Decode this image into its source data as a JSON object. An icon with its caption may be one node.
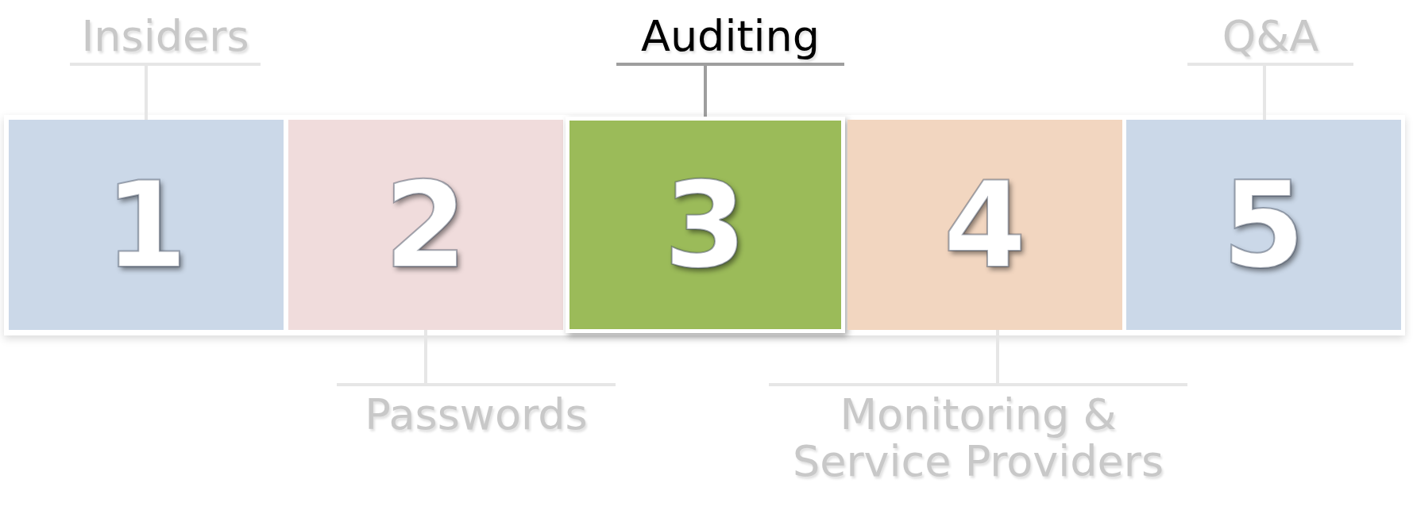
{
  "diagram": {
    "nodes": [
      {
        "text": [
          "Insiders"
        ]
      },
      {
        "text": [
          "Auditing"
        ]
      },
      {
        "text": [
          "Q&A"
        ]
      },
      {
        "text": [
          "1"
        ]
      },
      {
        "text": [
          "2"
        ]
      },
      {
        "text": [
          "3"
        ]
      },
      {
        "text": [
          "4"
        ]
      },
      {
        "text": [
          "5"
        ]
      },
      {
        "text": [
          "Passwords"
        ]
      },
      {
        "text": [
          "Monitoring & Service Providers"
        ]
      }
    ],
    "edges": [
      {
        "from": 0,
        "to": 3,
        "arrow": "none"
      },
      {
        "from": 1,
        "to": 5,
        "arrow": "none",
        "color": "#9e9e9e"
      },
      {
        "from": 2,
        "to": 7,
        "arrow": "none"
      },
      {
        "from": 8,
        "to": 4,
        "arrow": "none"
      },
      {
        "from": 9,
        "to": 6,
        "arrow": "none"
      }
    ]
  }
}
